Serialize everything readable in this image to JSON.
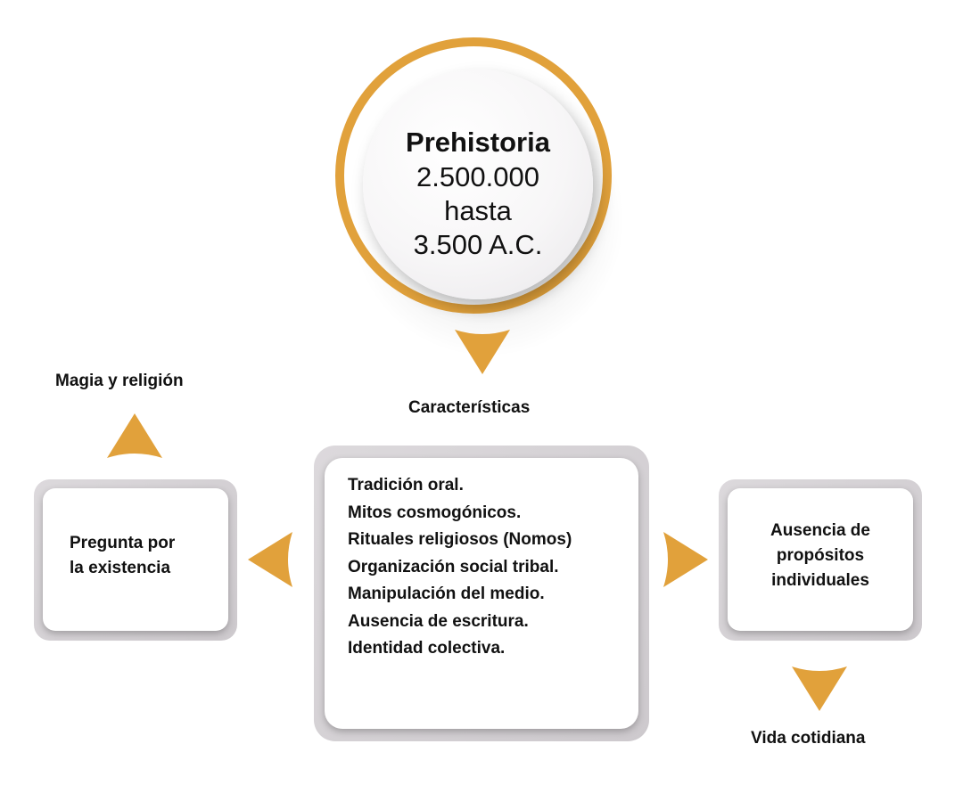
{
  "colors": {
    "accent": "#e1a13b",
    "box_frame": "#d4d1d4",
    "box_fill": "#ffffff",
    "text": "#111111"
  },
  "circle": {
    "title": "Prehistoria",
    "line1": "2.500.000",
    "line2": "hasta",
    "line3": "3.500 A.C."
  },
  "labels": {
    "caracteristicas": "Características",
    "magia": "Magia y religión",
    "vida": "Vida cotidiana"
  },
  "center_box": {
    "items": [
      "Tradición oral.",
      "Mitos cosmogónicos.",
      "Rituales religiosos (Nomos)",
      "Organización social tribal.",
      "Manipulación del medio.",
      "Ausencia de escritura.",
      "Identidad colectiva."
    ]
  },
  "left_box": {
    "line1": "Pregunta por",
    "line2": "la existencia"
  },
  "right_box": {
    "line1": "Ausencia de",
    "line2": "propósitos",
    "line3": "individuales"
  },
  "arrows": {
    "icon": "triangle-arrow-icon"
  }
}
